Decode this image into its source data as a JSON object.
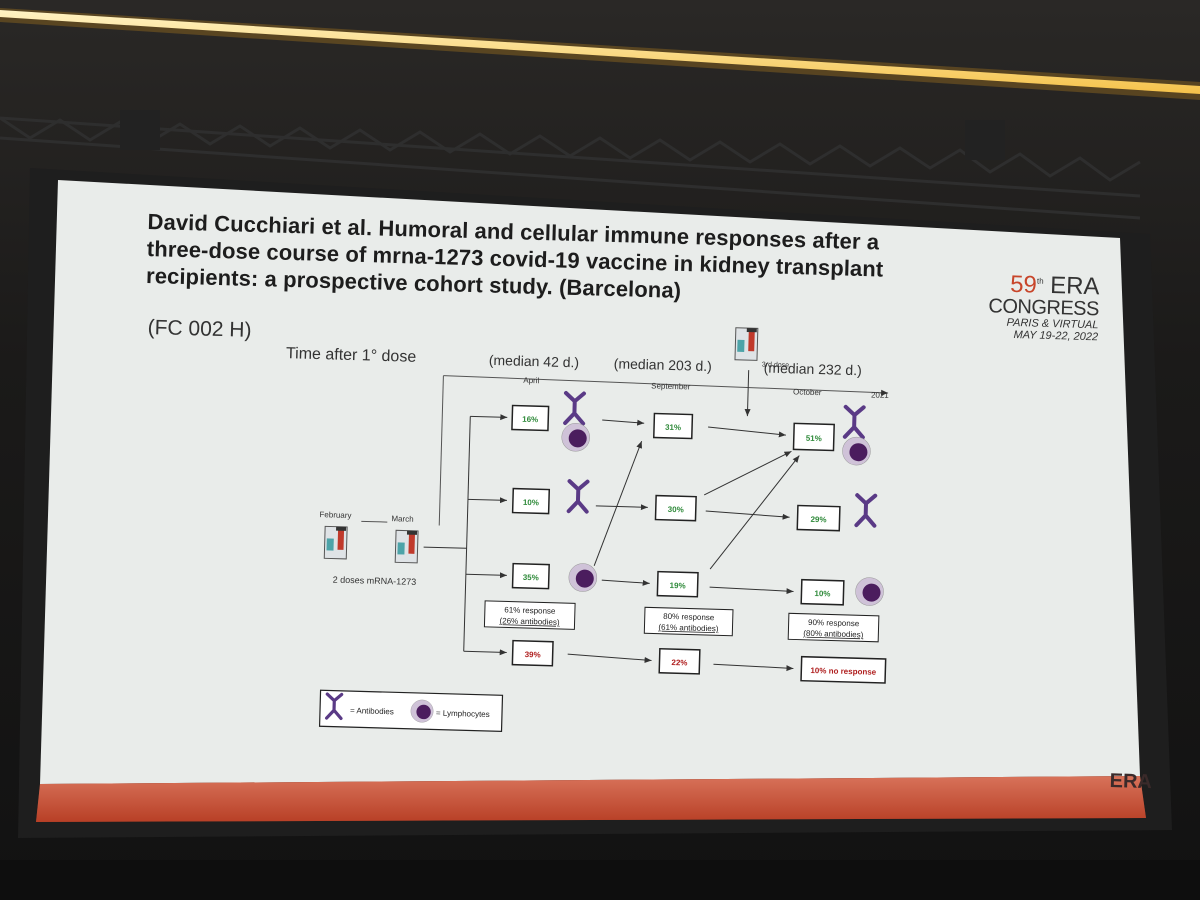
{
  "slide": {
    "title_lines": [
      "David Cucchiari et al. Humoral and cellular immune responses after a",
      "three-dose course of mrna-1273 covid-19 vaccine in kidney transplant",
      "recipients: a prospective cohort study. (Barcelona)"
    ],
    "subtitle": "(FC 002 H)",
    "logo": {
      "number": "59",
      "ordinal": "th",
      "name": "ERA",
      "line2": "CONGRESS",
      "line3": "PARIS & VIRTUAL",
      "dates": "MAY 19-22, 2022"
    },
    "footer_logo": "ERA"
  },
  "diagram": {
    "time_label": "Time after 1° dose",
    "medians": [
      "(median 42 d.)",
      "(median 203 d.)",
      "(median 232 d.)"
    ],
    "third_dose_label": "3rd dose",
    "timeline_months": [
      "February",
      "March",
      "April",
      "September",
      "October",
      "2021"
    ],
    "doses_label": "2 doses mRNA-1273",
    "col1": [
      "16%",
      "10%",
      "35%",
      "39%"
    ],
    "col2": [
      "31%",
      "30%",
      "19%",
      "22%"
    ],
    "col3": [
      "51%",
      "29%",
      "10%",
      "10% no response"
    ],
    "responses": [
      {
        "line1": "61% response",
        "line2": "(26% antibodies)"
      },
      {
        "line1": "80% response",
        "line2": "(61% antibodies)"
      },
      {
        "line1": "90% response",
        "line2": "(80% antibodies)"
      }
    ],
    "legend": {
      "antibodies": "= Antibodies",
      "lymphocytes": "= Lymphocytes"
    }
  },
  "colors": {
    "slide_bg": "#e9ecea",
    "footer_bar": "#c8452a",
    "green_pct": "#2f8a3a",
    "red_pct": "#b02020",
    "antibody": "#5a3a86",
    "lymphocyte": "#5b2a6e"
  }
}
